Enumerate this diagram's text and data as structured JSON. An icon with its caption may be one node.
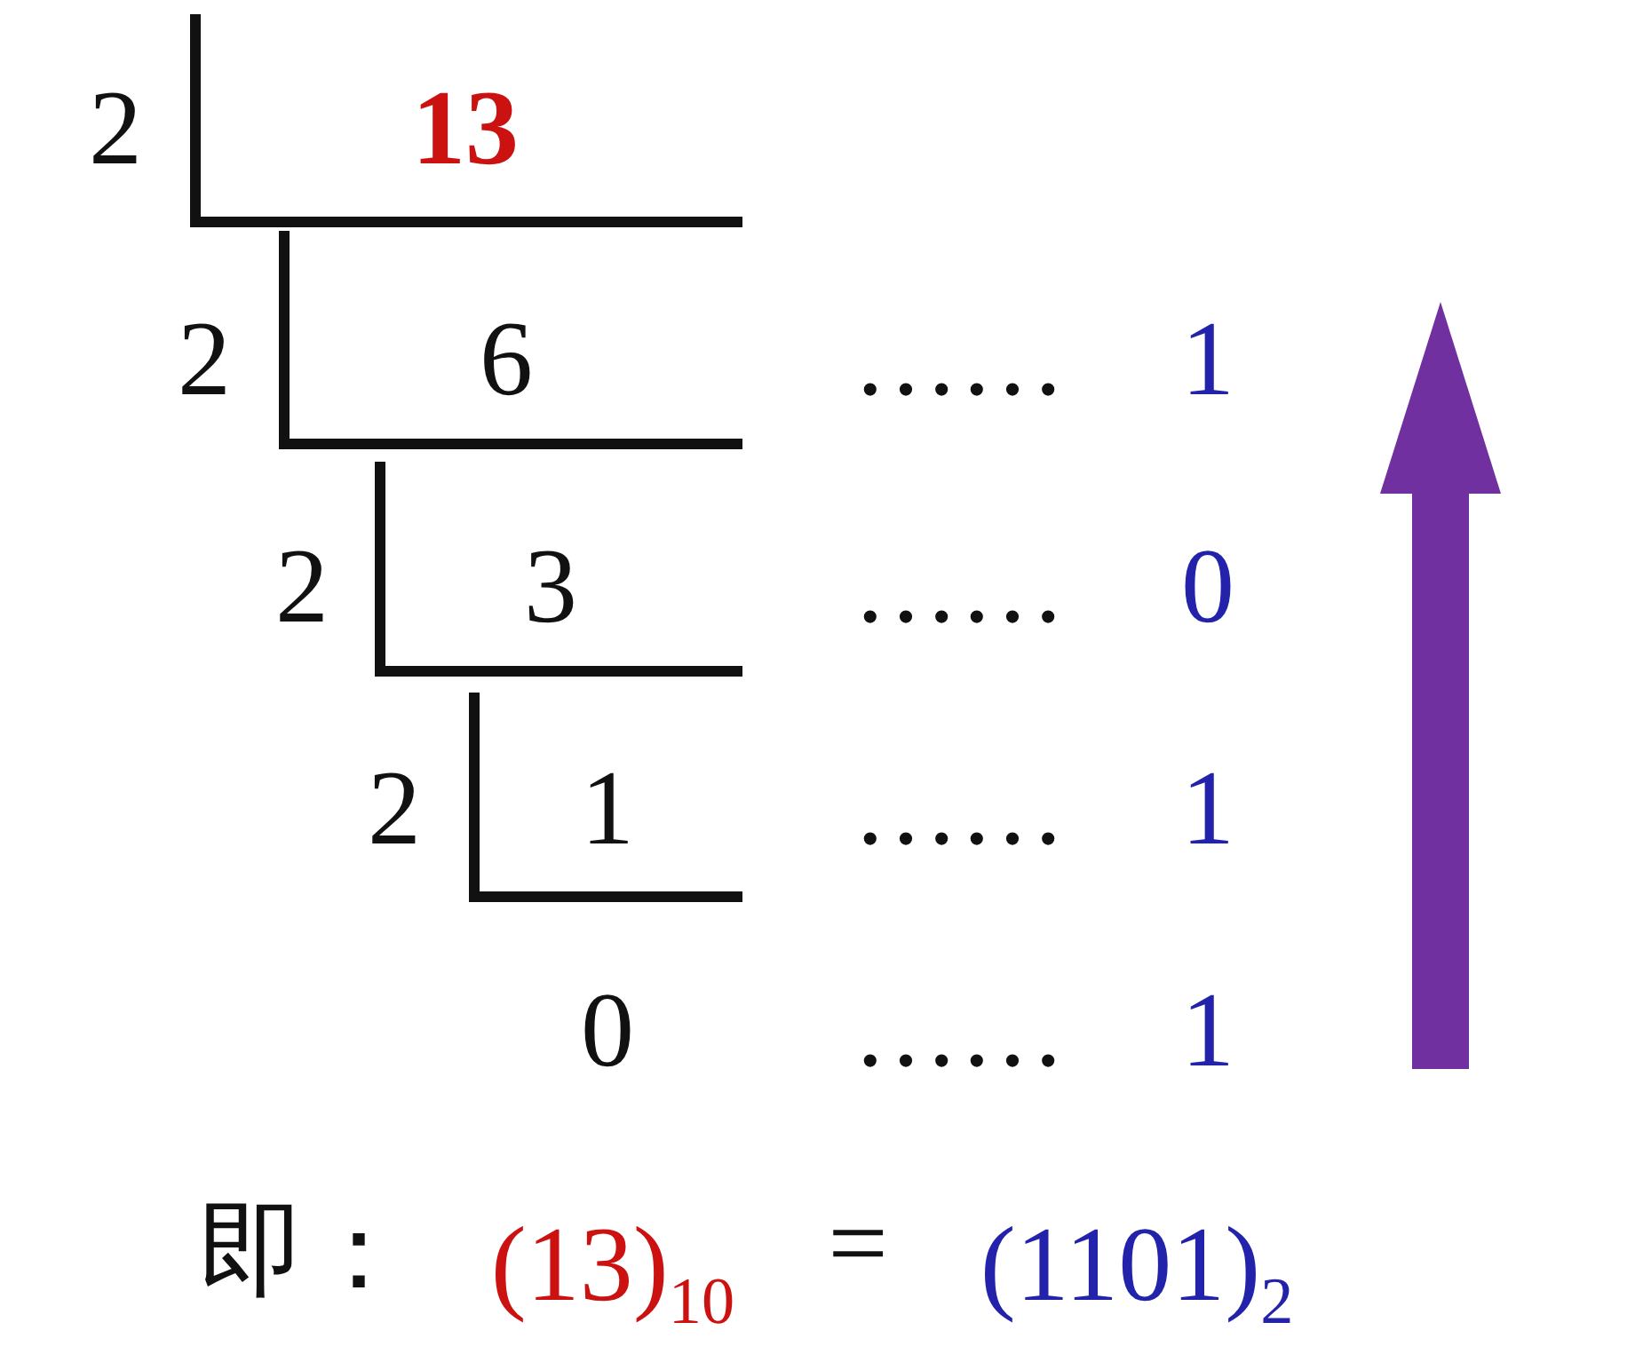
{
  "diagram": {
    "labels": [
      "2",
      "13",
      "2",
      "6",
      "……",
      "1",
      "2",
      "3",
      "……",
      "0",
      "2",
      "1",
      "……",
      "1",
      "0",
      "……",
      "1",
      "即：",
      "(13)$_{10}$",
      "=",
      "(1101)$_{2}$"
    ]
  }
}
